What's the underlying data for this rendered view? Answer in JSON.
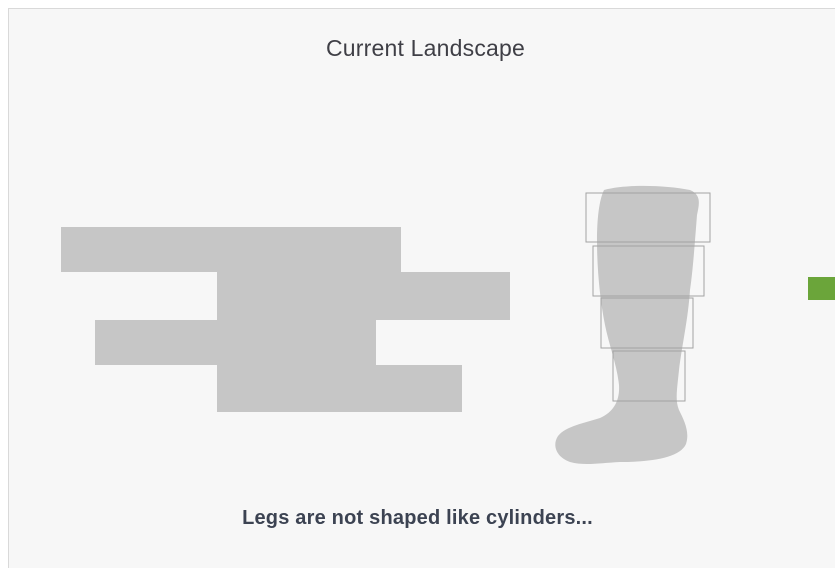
{
  "title": "Current Landscape",
  "caption": "Legs are not shaped like cylinders...",
  "colors": {
    "panel_background": "#f7f7f7",
    "shape_fill": "#c6c6c6",
    "segment_outline": "#a3a3a3",
    "accent": "#6ba53a"
  },
  "icons": {
    "stepped_block": "stacked-bars-shape",
    "leg": "leg-silhouette"
  }
}
